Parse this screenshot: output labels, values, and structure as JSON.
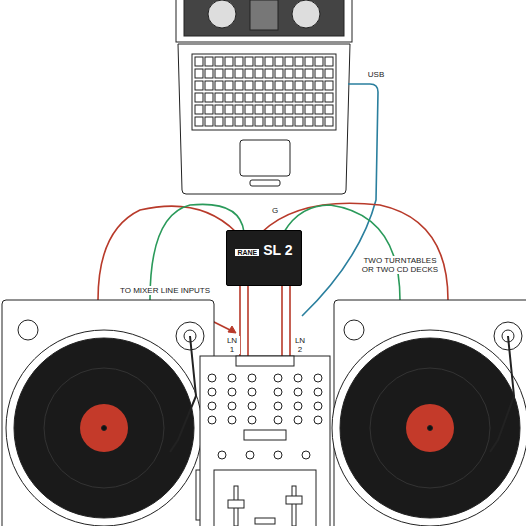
{
  "diagram": {
    "nodes": [
      {
        "text": [
          "RANE",
          "SL 2"
        ]
      }
    ],
    "labels": [
      "USB",
      "G",
      "TO MIXER LINE INPUTS",
      "TWO TURNTABLES OR TWO CD DECKS",
      "LN 1",
      "LN 2"
    ]
  }
}
